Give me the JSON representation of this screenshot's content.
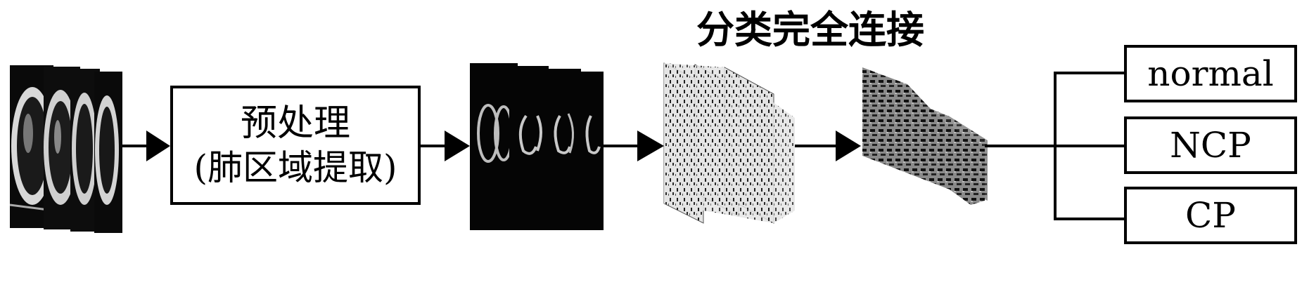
{
  "preprocess": {
    "line1": "预处理",
    "line2": "(肺区域提取)"
  },
  "fc_title": "分类完全连接",
  "outputs": {
    "normal": "normal",
    "ncp": "NCP",
    "cp": "CP"
  }
}
